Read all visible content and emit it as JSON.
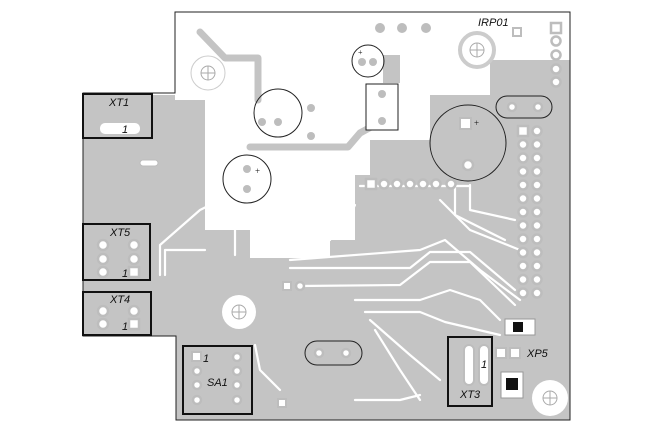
{
  "board": {
    "copper_color": "#c4c4c4",
    "labels": {
      "irp01": "IRP01",
      "xt1": "XT1",
      "xt1_pin1": "1",
      "xt5": "XT5",
      "xt5_pin1": "1",
      "xt4": "XT4",
      "xt4_pin1": "1",
      "sa1": "SA1",
      "sa1_pin1": "1",
      "xt3": "XT3",
      "xt3_pin1": "1",
      "xp5": "XP5"
    }
  }
}
